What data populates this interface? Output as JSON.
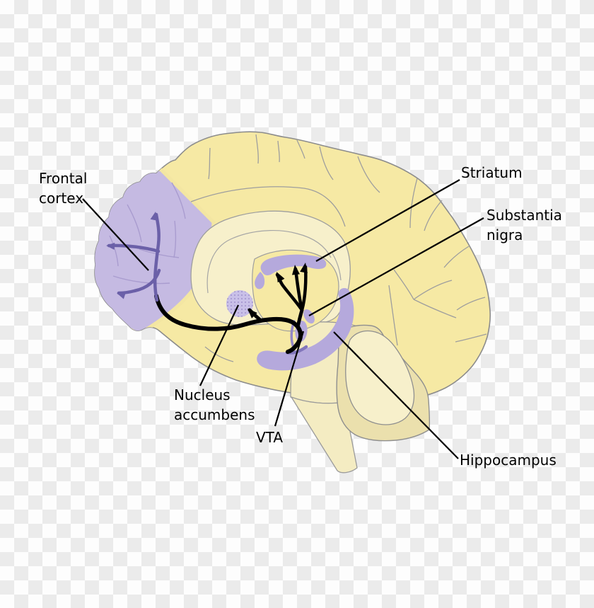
{
  "diagram": {
    "labels": [
      {
        "id": "frontal-cortex",
        "lines": [
          "Frontal",
          "cortex"
        ]
      },
      {
        "id": "striatum",
        "lines": [
          "Striatum"
        ]
      },
      {
        "id": "substantia-nigra",
        "lines": [
          "Substantia",
          "nigra"
        ]
      },
      {
        "id": "nucleus-accumbens",
        "lines": [
          "Nucleus",
          "accumbens"
        ]
      },
      {
        "id": "vta",
        "lines": [
          "VTA"
        ]
      },
      {
        "id": "hippocampus",
        "lines": [
          "Hippocampus"
        ]
      }
    ],
    "colors": {
      "cortex": "#f6e9a4",
      "white_matter": "#f7f0cb",
      "brainstem": "#f4ecc2",
      "cerebellum": "#ebe0ad",
      "frontal_cortex_purple": "#c5bae2",
      "limbic_purple": "#b5a9dc",
      "nucleus_accumbens_fill": "#c9c0e8",
      "nucleus_accumbens_dots": "#9f92cc",
      "axon_tree_purple": "#6b60a8",
      "vta_dark_purple": "#8a7ec0",
      "pathway_black": "#000000",
      "pointer_black": "#000000",
      "outline_gray": "#8c8c8c",
      "sulci_gray": "#9e9e9e",
      "label_text": "#000000",
      "checker_light": "#fdfdfd",
      "checker_dark": "#ebebeb"
    }
  }
}
